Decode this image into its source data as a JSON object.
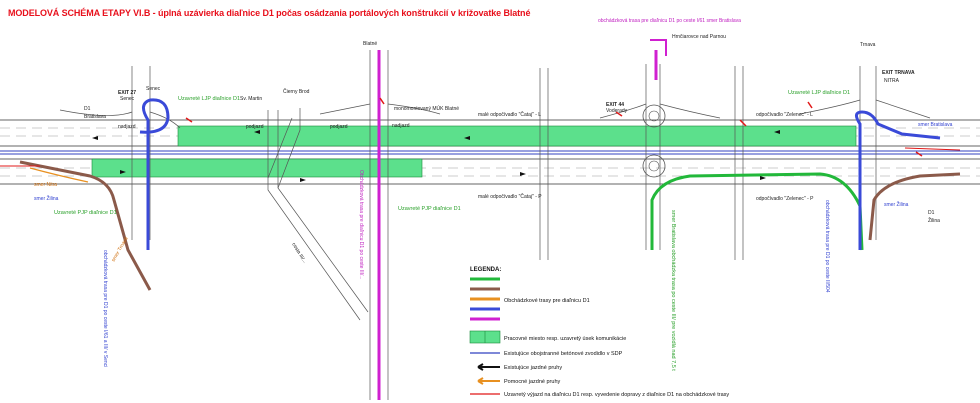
{
  "title": "MODELOVÁ SCHÉMA ETAPY VI.B - úplná uzávierka diaľnice D1 počas osádzania portálových konštrukcií v križovatke Blatné",
  "labels": {
    "exit27": "EXIT 27",
    "senec": "Senec",
    "senec_top": "Senec",
    "d1_left": "D1",
    "bratislava_left": "Bratislava",
    "sv_mestno": "Sv. Martin",
    "cierny_brod": "Čierny Brod",
    "uzavrete_ljp_left": "Uzavreté LJP diaľnice D1",
    "uzavrete_pjp_left": "Uzavreté PJP diaľnice D1",
    "blatne_top": "Blatné",
    "monolit": "monomontovaný MÚK Blatné",
    "nadjazd": "nadjazd",
    "podjazd": "podjazd",
    "male_odpocivadlo_l": "malé odpočívadlo \"Čataj\" - L",
    "male_odpocivadlo_p": "malé odpočívadlo \"Čataj\" - P",
    "exit44": "EXIT 44",
    "voderady": "Voderady",
    "hrnciarovce": "Hrnčiarovce nad Parnou",
    "magenta_note": "obchádzková trasa pre diaľnicu D1 po ceste I/61 smer Bratislava",
    "odpocivadlo_l": "odpočívadlo \"Zelenec\" - L",
    "odpocivadlo_p": "odpočívadlo \"Zelenec\" - P",
    "trnava_top": "Trnava",
    "exit_trnava": "EXIT TRNAVA",
    "nitra": "NITRA",
    "uzavrete_ljp_right": "Uzavreté LJP diaľnice D1",
    "smer_bratislava_right": "smer Bratislava",
    "smer_nitra": "smer Nitra",
    "smer_zilina_left": "smer Žilina",
    "smer_zilina_right": "smer Žilina",
    "d1_right": "D1",
    "zilina_right": "Žilina",
    "vert_magenta": "Obchádzková trasa pre diaľnicu D1 po ceste III/...",
    "vert_blue_left": "obchádzková trasa pre D1 po ceste I/61 a III/ v Senci",
    "vert_green": "smer Bratislava obchádzka trasa po ceste III/ pre vozidlá nad 7,5 t",
    "vert_blue_right": "obchádzková trasa pre D1 po ceste II/504",
    "vert_brown_left": "smer Trnava",
    "vert_cesta": "cesta III/..."
  },
  "legend": {
    "title": "LEGENDA:",
    "detour_routes": "Obchádzkové trasy pre diaľnicu D1",
    "work_zone": "Pracovné miesto resp. uzavretý úsek komunikácie",
    "barrier": "Existujúce obojstranné betónové zvodidlo v SDP",
    "existing_lanes": "Existujúce jazdné pruhy",
    "aux_lanes": "Pomocné jazdné pruhy",
    "closed_exit": "Uzavretý výjazd na diaľnicu D1 resp. vyvedenie dopravy z diaľnice D1 na obchádzkové trasy"
  },
  "colors": {
    "title_red": "#e8101c",
    "work_zone_green": "#5ce08c",
    "detour_green": "#22b83a",
    "detour_brown": "#8b5a4a",
    "detour_blue": "#3a4ad8",
    "detour_magenta": "#d020d0",
    "detour_orange": "#e89020",
    "barrier_blue": "#3040c0",
    "closed_red": "#e01818"
  }
}
